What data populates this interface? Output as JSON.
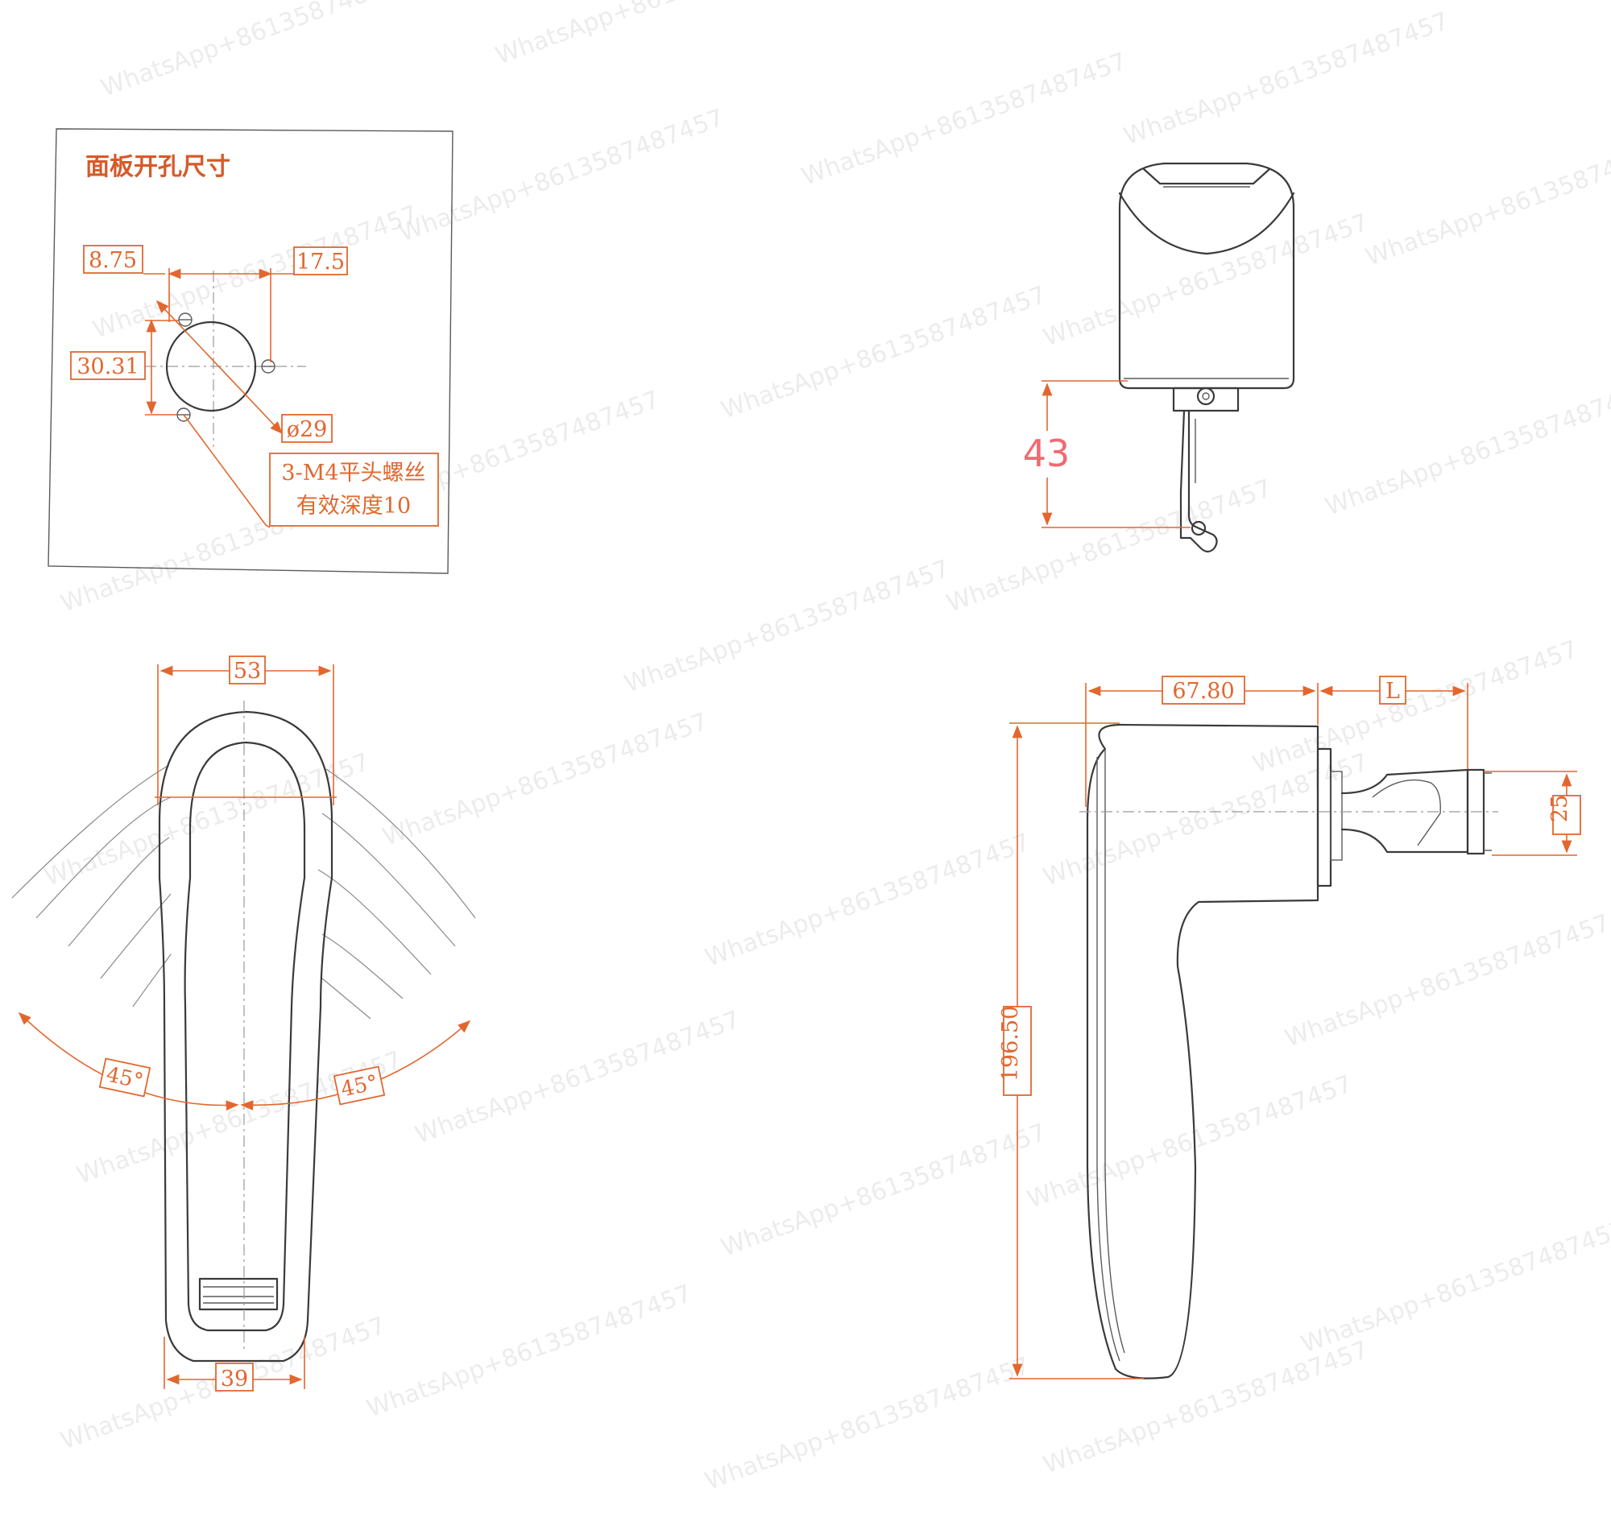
{
  "cutout": {
    "title": "面板开孔尺寸",
    "dim_left_offset": "8.75",
    "dim_right_offset": "17.5",
    "dim_vertical": "30.31",
    "dim_diameter": "ø29",
    "screw_note_line1": "3-M4平头螺丝",
    "screw_note_line2": "有效深度10"
  },
  "top_view": {
    "dim_height": "43"
  },
  "front_view": {
    "dim_top_width": "53",
    "dim_bottom_width": "39",
    "dim_angle_left": "45°",
    "dim_angle_right": "45°"
  },
  "side_view": {
    "dim_body_depth": "67.80",
    "dim_shaft_length": "L",
    "dim_total_height": "196.50",
    "dim_cam_width": "25"
  },
  "watermark": {
    "text": "WhatsApp+8613587487457"
  },
  "colors": {
    "dimension": "#e2672f",
    "outline": "#3a3a3a",
    "label_43": "#f06a72"
  }
}
